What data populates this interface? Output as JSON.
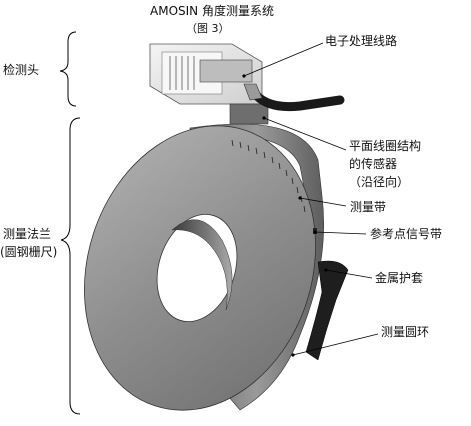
{
  "title": {
    "line1": "AMOSIN 角度测量系统",
    "line2": "（图 3）"
  },
  "left_labels": {
    "probe": "检测头",
    "flange_line1": "测量法兰",
    "flange_line2": "(圆钢栅尺)"
  },
  "callouts": [
    {
      "id": "electronics",
      "text": "电子处理线路"
    },
    {
      "id": "planar_coil_1",
      "text": "平面线圈结构"
    },
    {
      "id": "planar_coil_2",
      "text": "的传感器"
    },
    {
      "id": "planar_coil_3",
      "text": "（沿径向）"
    },
    {
      "id": "scale_tape",
      "text": "测量带"
    },
    {
      "id": "reference_track",
      "text": "参考点信号带"
    },
    {
      "id": "metal_cover",
      "text": "金属护套"
    },
    {
      "id": "measuring_ring",
      "text": "测量圆环"
    }
  ],
  "colors": {
    "ring_face": "#8e8e8e",
    "ring_band": "#7a7a7a",
    "bore": "#5a5a5a",
    "probe_box": "#e6e6e6",
    "cable": "#1a1a1a",
    "line": "#000000"
  }
}
